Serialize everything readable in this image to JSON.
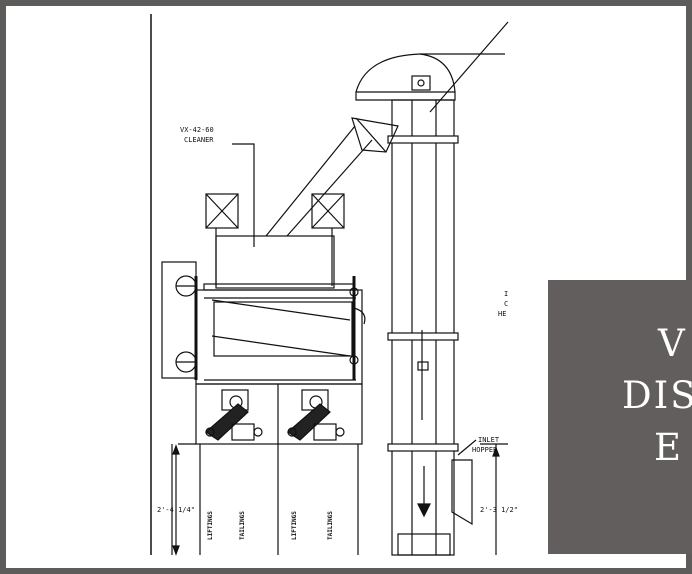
{
  "drawing": {
    "cleaner_label_line1": "VX-42-60",
    "cleaner_label_line2": "CLEANER",
    "inlet_label_line1": "INLET",
    "inlet_label_line2": "HOPPER",
    "side_label_fragments": [
      "I",
      "C",
      "HE"
    ],
    "dimension_left": "2'-4 1/4\"",
    "dimension_right": "2'-3 1/2\"",
    "vertical_labels": [
      "LIFTINGS",
      "TAILINGS",
      "LIFTINGS",
      "TAILINGS"
    ]
  },
  "overlay": {
    "line1": "V",
    "line2": "DIS",
    "line3": "E"
  },
  "colors": {
    "frame": "#5e5b5b",
    "overlay_bg": "#625e5e",
    "overlay_text": "#ffffff",
    "line": "#111111"
  }
}
